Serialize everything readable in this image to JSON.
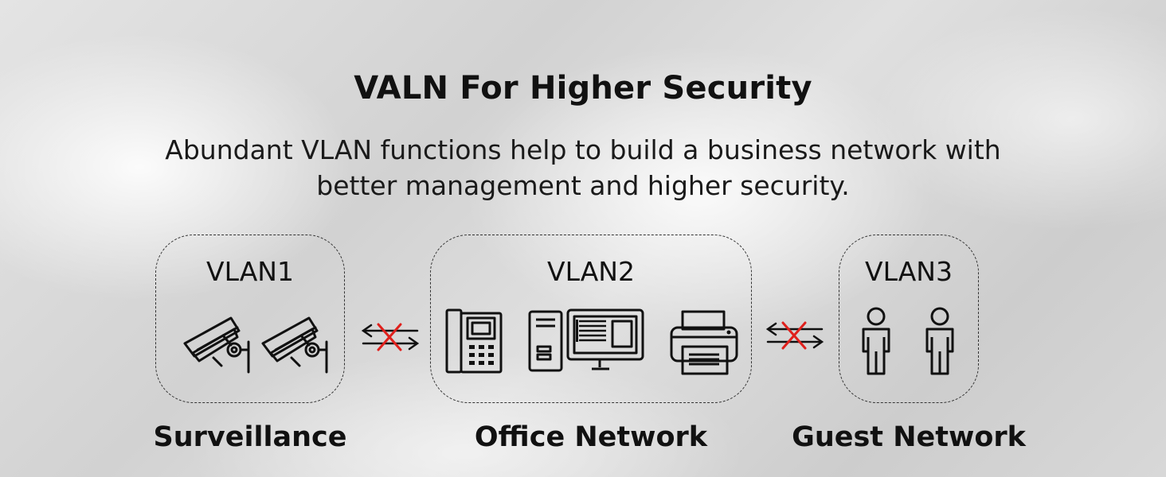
{
  "heading": "VALN For Higher Security",
  "description": {
    "line1": "Abundant VLAN functions help to build a business network with",
    "line2": "better management and higher security."
  },
  "groups": [
    {
      "vlan": "VLAN1",
      "caption": "Surveillance",
      "icons": [
        "security-camera-icon",
        "security-camera-icon"
      ]
    },
    {
      "vlan": "VLAN2",
      "caption": "Office Network",
      "icons": [
        "ip-phone-icon",
        "desktop-computer-icon",
        "printer-icon"
      ]
    },
    {
      "vlan": "VLAN3",
      "caption": "Guest Network",
      "icons": [
        "person-icon",
        "person-icon"
      ]
    }
  ],
  "blocked_link_icon": "blocked-arrows-icon",
  "colors": {
    "block_mark": "#e0201c",
    "line": "#111111"
  }
}
